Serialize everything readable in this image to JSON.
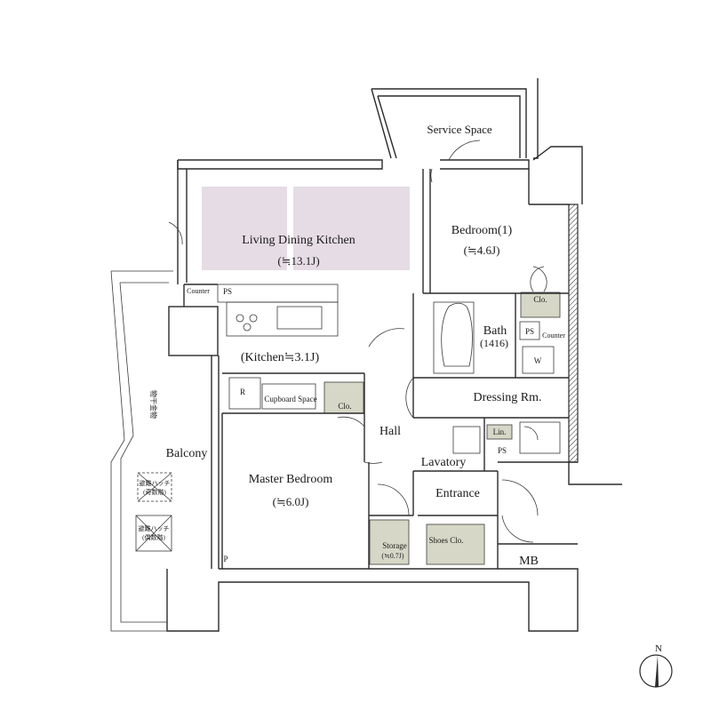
{
  "rooms": {
    "service_space": "Service Space",
    "bedroom1": "Bedroom(1)",
    "bedroom1_size": "(≒4.6J)",
    "ldk": "Living Dining Kitchen",
    "ldk_size": "(≒13.1J)",
    "kitchen": "(Kitchen≒3.1J)",
    "bath": "Bath",
    "bath_size": "(1416)",
    "dressing": "Dressing Rm.",
    "hall": "Hall",
    "lavatory": "Lavatory",
    "entrance": "Entrance",
    "master_bedroom": "Master Bedroom",
    "master_bedroom_size": "(≒6.0J)",
    "balcony": "Balcony",
    "mb": "MB"
  },
  "fixtures": {
    "counter_left": "Counter",
    "ps_top": "PS",
    "clo_bedroom1": "Clo.",
    "ps_bath": "PS",
    "counter_right": "Counter",
    "washer": "W",
    "refrigerator": "R",
    "cupboard": "Cupboard Space",
    "clo_master": "Clo.",
    "linen": "Lin.",
    "ps_lav": "PS",
    "storage": "Storage",
    "storage_size": "(≒0.7J)",
    "shoes_clo": "Shoes Clo.",
    "pipe_p": "P"
  },
  "balcony_marks": {
    "drying_rack": "物干金物",
    "hatch_odd_1": "避難ハッチ",
    "hatch_odd_2": "(奇数階)",
    "hatch_even_1": "避難ハッチ",
    "hatch_even_2": "(偶数階)"
  },
  "compass": {
    "north": "N"
  },
  "colors": {
    "ldk_fill": "#e6dce5",
    "storage_fill": "#d6d7c6",
    "wall": "#2b2b2b"
  }
}
